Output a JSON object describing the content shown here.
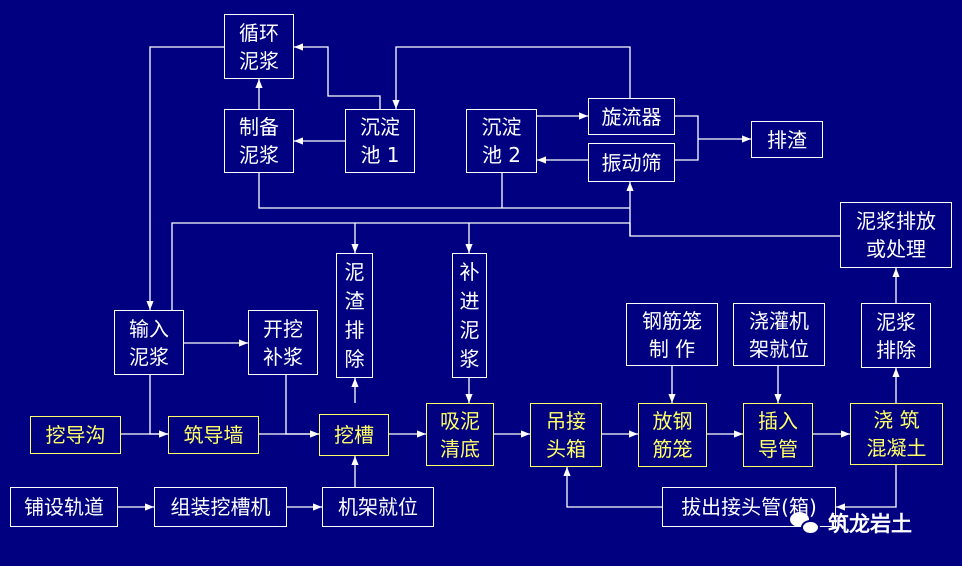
{
  "colors": {
    "background": "#000080",
    "line": "#ffffff",
    "highlight": "#ffff66"
  },
  "nodes": {
    "xunhuan": "循环\n泥浆",
    "zhibei": "制备\n泥浆",
    "chendian1": "沉淀\n池 1",
    "chendian2": "沉淀\n池 2",
    "xuanliu": "旋流器",
    "zhendong": "振动筛",
    "paizha": "排渣",
    "paifang": "泥浆排放\n或处理",
    "shuru": "输入\n泥浆",
    "kaiwa": "开挖\n补浆",
    "nizha": "泥\n渣\n排\n除",
    "bujin": "补\n进\n泥\n浆",
    "gangjinzhizuo": "钢筋笼\n制  作",
    "jiuwei": "浇灌机\n架就位",
    "nijiangpaichu": "泥浆\n排除",
    "wadaogou": "挖导沟",
    "zhudaoqiang": "筑导墙",
    "wacao": "挖槽",
    "xini": "吸泥\n清底",
    "diaojie": "吊接\n头箱",
    "fanggang": "放钢\n筋笼",
    "charu": "插入\n导管",
    "jiaozhu": "浇  筑\n混凝土",
    "pushe": "铺设轨道",
    "zuzhuang": "组装挖槽机",
    "jijia": "机架就位",
    "bachu": "拔出接头管(箱)"
  },
  "watermark": {
    "text": "筑龙岩土",
    "icon": "wechat-icon"
  }
}
